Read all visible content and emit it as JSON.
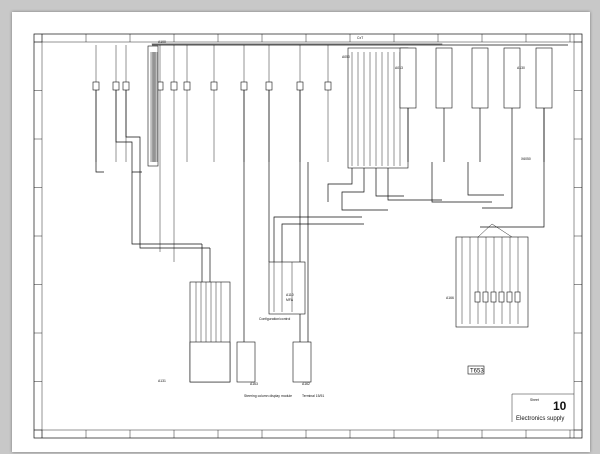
{
  "title_block": {
    "sheet_label": "Sheet",
    "sheet_number": "10",
    "title": "Electronics supply",
    "stamp": "T653"
  },
  "components": [
    {
      "id": "A100",
      "name": ""
    },
    {
      "id": "A050",
      "name": "CxT"
    },
    {
      "id": "A013",
      "name": ""
    },
    {
      "id": "A130",
      "name": ""
    },
    {
      "id": "A110",
      "name": "MFA"
    },
    {
      "id": "A131",
      "name": ""
    },
    {
      "id": "A163",
      "name": "Steering column display module"
    },
    {
      "id": "A162",
      "name": "Terminal 15/51"
    },
    {
      "id": "A166",
      "name": ""
    },
    {
      "id": "X6050",
      "name": ""
    }
  ],
  "notes": {
    "config_label": "Configuration/control"
  }
}
